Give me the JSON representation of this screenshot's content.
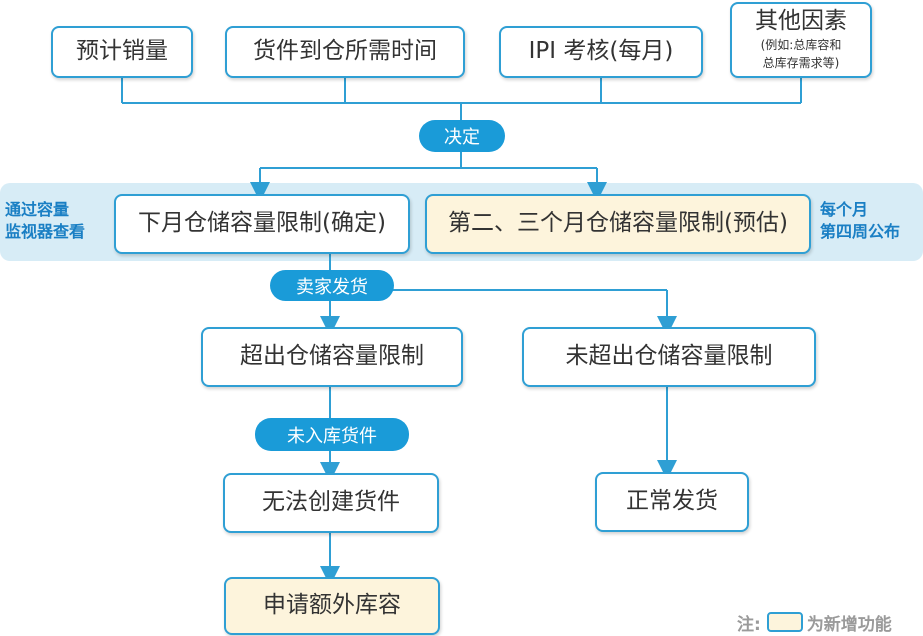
{
  "factors": {
    "sales": "预计销量",
    "lead_time": "货件到仓所需时间",
    "ipi": "IPI 考核(每月)",
    "other_title": "其他因素",
    "other_sub1": "(例如:总库容和",
    "other_sub2": "总库存需求等)"
  },
  "decide_label": "决定",
  "band": {
    "left_note1": "通过容量",
    "left_note2": "监视器查看",
    "right_note1": "每个月",
    "right_note2": "第四周公布",
    "next_month": "下月仓储容量限制(确定)",
    "months_2_3": "第二、三个月仓储容量限制(预估)"
  },
  "seller_ship_label": "卖家发货",
  "exceed": "超出仓储容量限制",
  "not_exceed": "未超出仓储容量限制",
  "not_received_label": "未入库货件",
  "cannot_create": "无法创建货件",
  "normal_ship": "正常发货",
  "apply_extra": "申请额外库容",
  "legend": {
    "note_label": "注:",
    "new_feature": "为新增功能"
  },
  "colors": {
    "accent": "#1a9bd8",
    "border": "#2f9fd4",
    "band": "#d7ecf6",
    "new_fill": "#fdf4dc",
    "side_text": "#1a7fc4"
  }
}
